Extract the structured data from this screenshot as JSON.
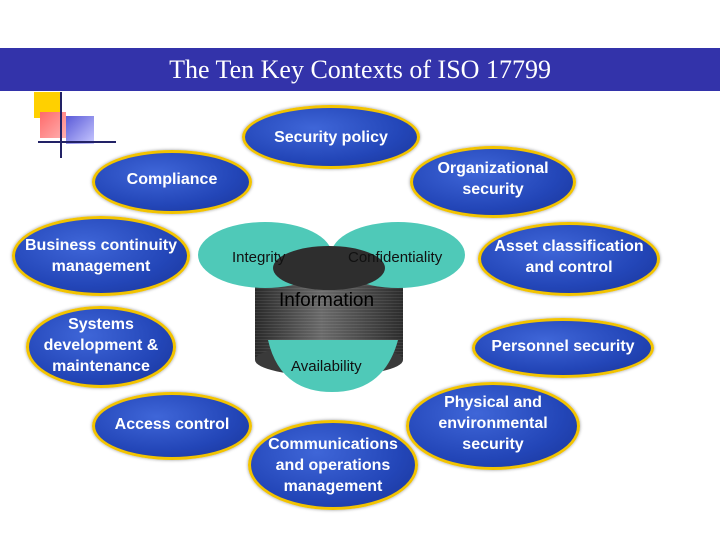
{
  "title": "The Ten Key Contexts of ISO 17799",
  "colors": {
    "title_bar": "#3333aa",
    "oval_fill": "#2346b8",
    "oval_border": "#f2c300",
    "cylinder": "#454545",
    "ring": "#4fc9b8"
  },
  "contexts": [
    {
      "label": "Security policy"
    },
    {
      "label": "Organizational\nsecurity"
    },
    {
      "label": "Asset classification\nand control"
    },
    {
      "label": "Personnel security"
    },
    {
      "label": "Physical and\nenvironmental\nsecurity"
    },
    {
      "label": "Communications\nand operations\nmanagement"
    },
    {
      "label": "Access control"
    },
    {
      "label": "Systems\ndevelopment &\nmaintenance"
    },
    {
      "label": "Business continuity\nmanagement"
    },
    {
      "label": "Compliance"
    }
  ],
  "center": {
    "title": "Information",
    "integrity": "Integrity",
    "confidentiality": "Confidentiality",
    "availability": "Availability"
  }
}
